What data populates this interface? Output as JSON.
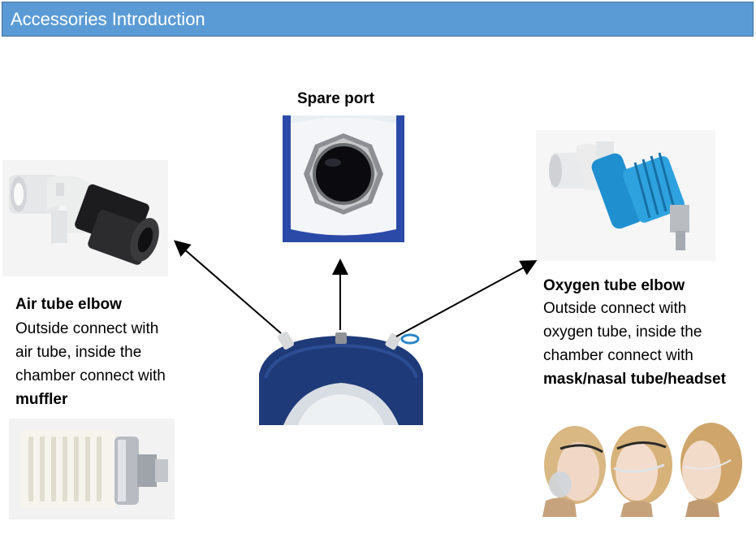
{
  "header": {
    "title": "Accessories Introduction"
  },
  "spare_port": {
    "title": "Spare port"
  },
  "air_tube": {
    "title": "Air tube elbow",
    "line1": "Outside connect with",
    "line2": "air tube, inside the",
    "line3": "chamber connect with",
    "line4": "muffler"
  },
  "oxygen_tube": {
    "title": "Oxygen tube elbow",
    "line1": "Outside connect with",
    "line2": "oxygen tube, inside the",
    "line3": "chamber connect with",
    "line4": "mask/nasal tube/headset"
  },
  "colors": {
    "header_bg": "#5b9bd5",
    "chamber_blue": "#1f3a78",
    "elbow_blue": "#1f8fd0"
  }
}
